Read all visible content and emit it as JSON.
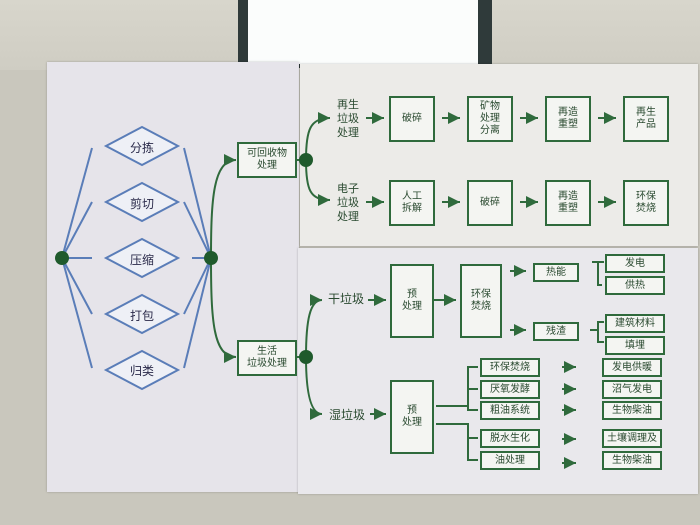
{
  "diamonds": [
    "分拣",
    "剪切",
    "压缩",
    "打包",
    "归类"
  ],
  "recyclable": {
    "label": "可回收物\n处理"
  },
  "domestic": {
    "label": "生活\n垃圾处理"
  },
  "row1": {
    "label": "再生\n垃圾\n处理",
    "steps": [
      "破碎",
      "矿物\n处理\n分离",
      "再造\n重塑",
      "再生\n产品"
    ]
  },
  "row2": {
    "label": "电子\n垃圾\n处理",
    "steps": [
      "人工\n拆解",
      "破碎",
      "再造\n重塑",
      "环保\n焚烧"
    ]
  },
  "dry": {
    "label": "干垃圾",
    "pre": "预\n处理",
    "burn": "环保\n焚烧",
    "heat": "热能",
    "heat_outputs": [
      "发电",
      "供热"
    ],
    "residue": "残渣",
    "residue_outputs": [
      "建筑材料",
      "填埋"
    ]
  },
  "wet": {
    "label": "湿垃圾",
    "pre": "预\n处理",
    "processes": [
      "环保焚烧",
      "厌氧发酵",
      "粗油系统",
      "脱水生化",
      "油处理"
    ],
    "outputs": [
      "发电供暖",
      "沼气发电",
      "生物柴油",
      "土壤调理及",
      "生物柴油"
    ]
  },
  "colors": {
    "line": "#3a7a48",
    "hub": "#1f5a2c",
    "diamond_line": "#5a7db8"
  }
}
